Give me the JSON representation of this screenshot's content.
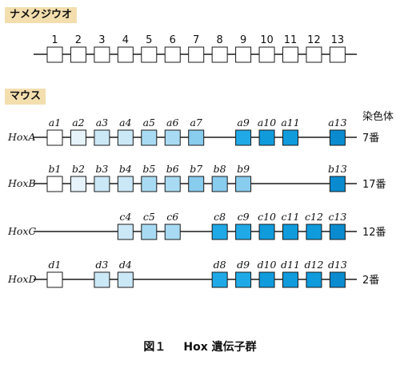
{
  "sections": {
    "amphioxus_label": "ナメクジウオ",
    "mouse_label": "マウス"
  },
  "chromosome_header": "染色体",
  "caption": {
    "figure_number": "図１",
    "title": "Hox 遺伝子群"
  },
  "colors": {
    "label_bg": "#f3deae",
    "box_border": "#1a1a1a",
    "line": "#1a1a1a",
    "gene_shades": [
      "#ffffff",
      "#e6f3fb",
      "#cbe8f7",
      "#a8dbf3",
      "#88ccee",
      "#1fa9e6",
      "#0f9bdc",
      "#0a8bd0"
    ]
  },
  "amphioxus": {
    "genes": [
      {
        "label": "1",
        "shade": 0
      },
      {
        "label": "2",
        "shade": 0
      },
      {
        "label": "3",
        "shade": 0
      },
      {
        "label": "4",
        "shade": 0
      },
      {
        "label": "5",
        "shade": 0
      },
      {
        "label": "6",
        "shade": 0
      },
      {
        "label": "7",
        "shade": 0
      },
      {
        "label": "8",
        "shade": 0
      },
      {
        "label": "9",
        "shade": 0
      },
      {
        "label": "10",
        "shade": 0
      },
      {
        "label": "11",
        "shade": 0
      },
      {
        "label": "12",
        "shade": 0
      },
      {
        "label": "13",
        "shade": 0
      }
    ]
  },
  "mouse": {
    "clusters": [
      {
        "name": "HoxA",
        "chromosome": "7番",
        "genes": [
          {
            "slot": 1,
            "label": "a1",
            "shade": 0
          },
          {
            "slot": 2,
            "label": "a2",
            "shade": 1
          },
          {
            "slot": 3,
            "label": "a3",
            "shade": 2
          },
          {
            "slot": 4,
            "label": "a4",
            "shade": 2
          },
          {
            "slot": 5,
            "label": "a5",
            "shade": 3
          },
          {
            "slot": 6,
            "label": "a6",
            "shade": 3
          },
          {
            "slot": 7,
            "label": "a7",
            "shade": 4
          },
          {
            "slot": 9,
            "label": "a9",
            "shade": 5
          },
          {
            "slot": 10,
            "label": "a10",
            "shade": 6
          },
          {
            "slot": 11,
            "label": "a11",
            "shade": 6
          },
          {
            "slot": 13,
            "label": "a13",
            "shade": 7
          }
        ]
      },
      {
        "name": "HoxB",
        "chromosome": "17番",
        "genes": [
          {
            "slot": 1,
            "label": "b1",
            "shade": 0
          },
          {
            "slot": 2,
            "label": "b2",
            "shade": 1
          },
          {
            "slot": 3,
            "label": "b3",
            "shade": 2
          },
          {
            "slot": 4,
            "label": "b4",
            "shade": 2
          },
          {
            "slot": 5,
            "label": "b5",
            "shade": 3
          },
          {
            "slot": 6,
            "label": "b6",
            "shade": 3
          },
          {
            "slot": 7,
            "label": "b7",
            "shade": 4
          },
          {
            "slot": 8,
            "label": "b8",
            "shade": 4
          },
          {
            "slot": 9,
            "label": "b9",
            "shade": 4
          },
          {
            "slot": 13,
            "label": "b13",
            "shade": 7
          }
        ]
      },
      {
        "name": "HoxC",
        "chromosome": "12番",
        "genes": [
          {
            "slot": 4,
            "label": "c4",
            "shade": 2
          },
          {
            "slot": 5,
            "label": "c5",
            "shade": 3
          },
          {
            "slot": 6,
            "label": "c6",
            "shade": 3
          },
          {
            "slot": 8,
            "label": "c8",
            "shade": 5
          },
          {
            "slot": 9,
            "label": "c9",
            "shade": 5
          },
          {
            "slot": 10,
            "label": "c10",
            "shade": 6
          },
          {
            "slot": 11,
            "label": "c11",
            "shade": 6
          },
          {
            "slot": 12,
            "label": "c12",
            "shade": 6
          },
          {
            "slot": 13,
            "label": "c13",
            "shade": 7
          }
        ]
      },
      {
        "name": "HoxD",
        "chromosome": "2番",
        "genes": [
          {
            "slot": 1,
            "label": "d1",
            "shade": 0
          },
          {
            "slot": 3,
            "label": "d3",
            "shade": 2
          },
          {
            "slot": 4,
            "label": "d4",
            "shade": 2
          },
          {
            "slot": 8,
            "label": "d8",
            "shade": 5
          },
          {
            "slot": 9,
            "label": "d9",
            "shade": 5
          },
          {
            "slot": 10,
            "label": "d10",
            "shade": 6
          },
          {
            "slot": 11,
            "label": "d11",
            "shade": 6
          },
          {
            "slot": 12,
            "label": "d12",
            "shade": 6
          },
          {
            "slot": 13,
            "label": "d13",
            "shade": 7
          }
        ]
      }
    ]
  }
}
